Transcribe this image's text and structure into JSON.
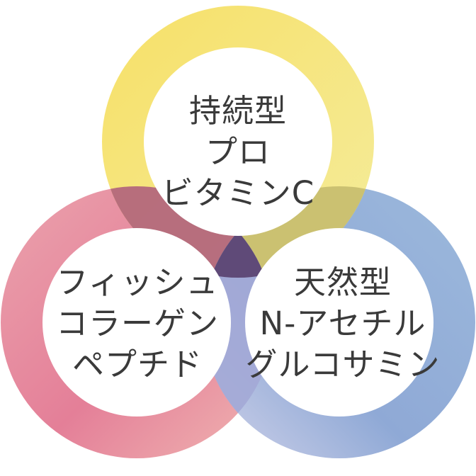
{
  "diagram": {
    "rings": [
      {
        "id": "top",
        "color_start": "#f8e46c",
        "color_end": "#f3eea0",
        "lines": [
          "持続型",
          "プロ",
          "ビタミンC"
        ]
      },
      {
        "id": "left",
        "color_start": "#e87f98",
        "color_end": "#f1b9b6",
        "lines": [
          "フィッシュ",
          "コラーゲン",
          "ペプチド"
        ]
      },
      {
        "id": "right",
        "color_start": "#86a7d3",
        "color_end": "#c9cce6",
        "lines": [
          "天然型",
          "N-アセチル",
          "グルコサミン"
        ]
      }
    ]
  }
}
